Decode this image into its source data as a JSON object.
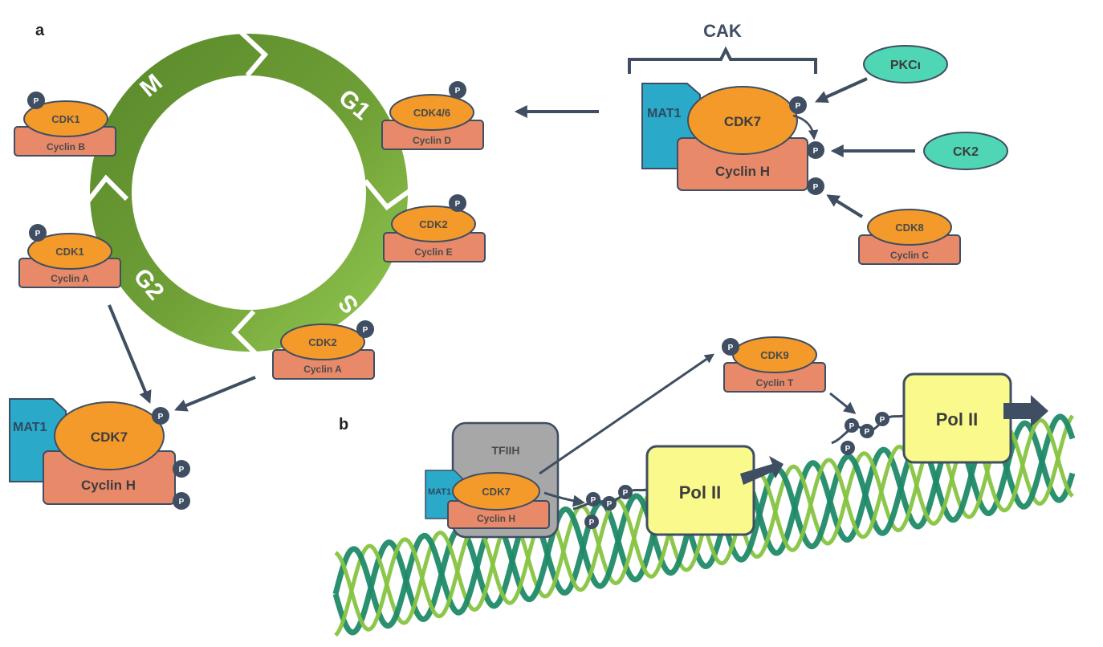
{
  "panels": {
    "a": "a",
    "b": "b"
  },
  "cycle": {
    "phases": {
      "m": "M",
      "g1": "G1",
      "s": "S",
      "g2": "G2"
    }
  },
  "complexes": {
    "cdk1_cyclin_b": {
      "cdk": "CDK1",
      "cyclin": "Cyclin B"
    },
    "cdk1_cyclin_a": {
      "cdk": "CDK1",
      "cyclin": "Cyclin A"
    },
    "cdk46_cyclin_d": {
      "cdk": "CDK4/6",
      "cyclin": "Cyclin D"
    },
    "cdk2_cyclin_e": {
      "cdk": "CDK2",
      "cyclin": "Cyclin E"
    },
    "cdk2_cyclin_a": {
      "cdk": "CDK2",
      "cyclin": "Cyclin A"
    },
    "cdk8_cyclin_c": {
      "cdk": "CDK8",
      "cyclin": "Cyclin C"
    },
    "cdk9_cyclin_t": {
      "cdk": "CDK9",
      "cyclin": "Cyclin T"
    }
  },
  "cak": {
    "bracket_label": "CAK",
    "mat1": "MAT1",
    "cdk": "CDK7",
    "cyclin": "Cyclin H"
  },
  "cak_left": {
    "mat1": "MAT1",
    "cdk": "CDK7",
    "cyclin": "Cyclin H"
  },
  "kinases": {
    "pkc": "PKCι",
    "ck2": "CK2"
  },
  "tfiih": {
    "label": "TFIIH",
    "mat1": "MAT1",
    "cdk": "CDK7",
    "cyclin": "Cyclin H"
  },
  "pol": {
    "first": "Pol II",
    "second": "Pol II"
  },
  "phospho": "P",
  "colors": {
    "ring_dark": "#5e8c2f",
    "ring_light": "#8cc34d",
    "cdk_orange": "#f39a2b",
    "cyclin_salmon": "#e8896a",
    "mat1_blue": "#2aa9c9",
    "phospho_dark": "#3f4e62",
    "kinase_mint": "#4fd6b4",
    "pol_yellow": "#fafa8c",
    "tfiih_gray": "#a7a7a7",
    "dna_dark": "#1f8a68",
    "dna_light": "#86c441"
  }
}
